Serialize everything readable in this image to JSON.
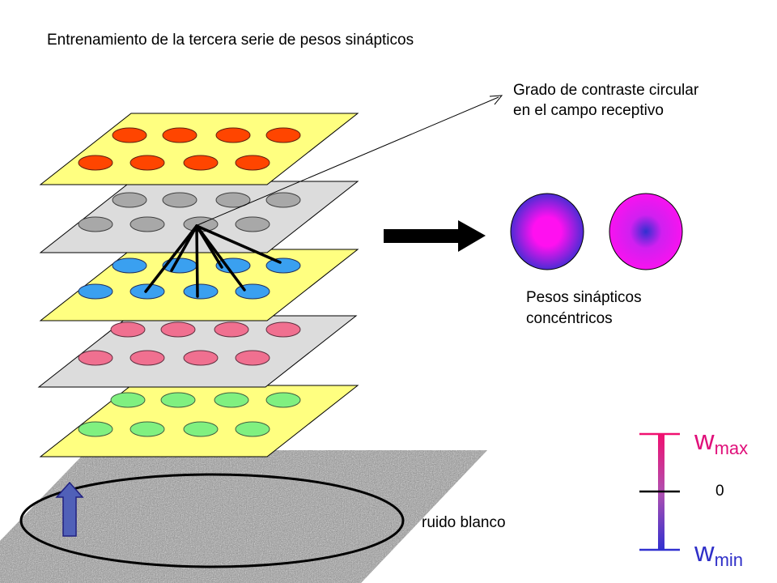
{
  "title": "Entrenamiento de la tercera serie de pesos sinápticos",
  "receptive_field": {
    "line1": "Grado de contraste circular",
    "line2": "en el campo receptivo"
  },
  "weights": {
    "line1": "Pesos sinápticos",
    "line2": "concéntricos"
  },
  "noise_label": "ruido blanco",
  "scale": {
    "max_symbol": "w",
    "max_sub": "max",
    "zero": "0",
    "min_symbol": "w",
    "min_sub": "min"
  },
  "colors": {
    "yellow_layer": "#ffff80",
    "gray_layer": "#dcdcdc",
    "red_cells": "#ff4500",
    "gray_cells": "#a8a8a8",
    "blue_cells": "#3aa0f0",
    "pink_cells": "#f07090",
    "green_cells": "#80f080",
    "magenta": "#ff10f0",
    "blue": "#3030d0"
  },
  "icons": {
    "right_arrow": "right-arrow-icon",
    "up_arrow": "up-arrow-icon"
  }
}
